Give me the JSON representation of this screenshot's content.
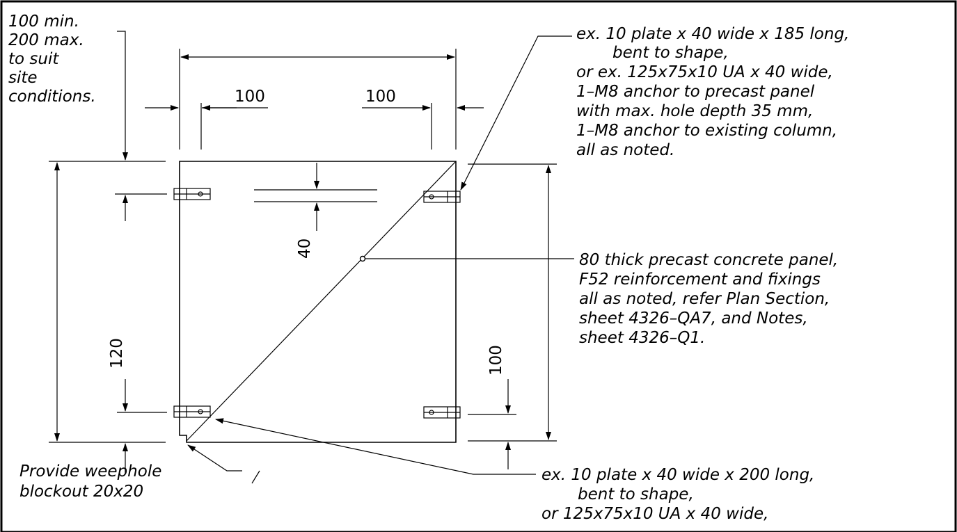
{
  "notes": {
    "left_note": [
      "100 min.",
      "200 max.",
      "to suit",
      "site",
      "conditions."
    ],
    "top_bracket": [
      "ex. 10 plate x 40 wide x 185 long,",
      "bent to shape,",
      "or  ex. 125x75x10 UA x 40 wide,",
      "1–M8 anchor to precast panel",
      "with max. hole depth 35 mm,",
      "1–M8 anchor to existing column,",
      "all as noted."
    ],
    "panel": [
      "80 thick precast concrete panel,",
      "F52 reinforcement and fixings",
      "all as noted, refer Plan Section,",
      "sheet 4326–QA7, and Notes,",
      "sheet 4326–Q1."
    ],
    "weephole": [
      "Provide weephole",
      "blockout 20x20"
    ],
    "bottom_bracket": [
      "ex. 10 plate x 40 wide x 200 long,",
      "bent to shape,",
      "or  125x75x10 UA x 40 wide,"
    ]
  },
  "dimensions": {
    "top_left": "100",
    "top_right": "100",
    "bracket_width": "40",
    "bottom_left": "120",
    "bottom_right": "100"
  }
}
